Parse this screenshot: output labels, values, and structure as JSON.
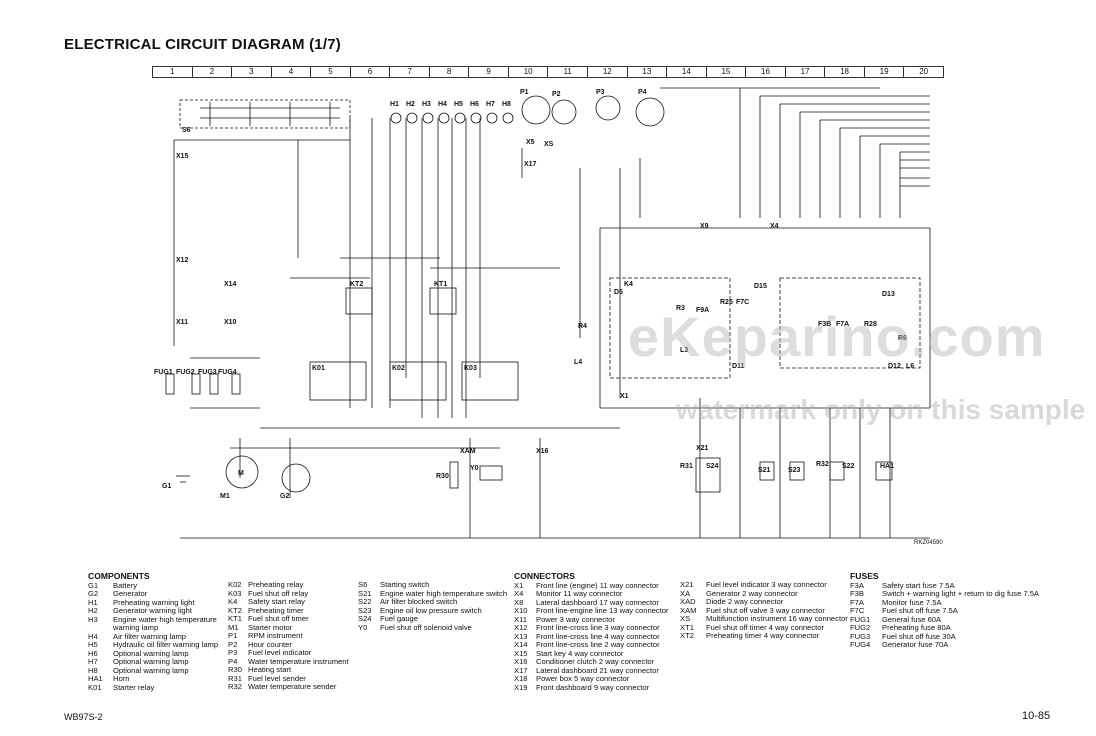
{
  "title": "ELECTRICAL CIRCUIT DIAGRAM (1/7)",
  "ruler": [
    "1",
    "2",
    "3",
    "4",
    "5",
    "6",
    "7",
    "8",
    "9",
    "10",
    "11",
    "12",
    "13",
    "14",
    "15",
    "16",
    "17",
    "18",
    "19",
    "20"
  ],
  "watermark": "eKeparino.com",
  "watermark_sub": "watermark only on this sample",
  "diagram_ref": "RKZ04590",
  "schematic_labels": {
    "S6": "S6",
    "X15": "X15",
    "X12": "X12",
    "X11": "X11",
    "X14": "X14",
    "X10": "X10",
    "FUG1": "FUG1",
    "FUG2": "FUG2",
    "FUG3": "FUG3",
    "FUG4": "FUG4",
    "KT2": "KT2",
    "KT1": "KT1",
    "K01": "K01",
    "K02": "K02",
    "K03": "K03",
    "M": "M",
    "M1": "M1",
    "G1": "G1",
    "G2": "G2",
    "R30": "R30",
    "Y0": "Y0",
    "XAM": "XAM",
    "X16": "X16",
    "X21": "X21",
    "X4": "X4",
    "X1": "X1",
    "X9": "X9",
    "R31": "R31",
    "S24": "S24",
    "S21": "S21",
    "S23": "S23",
    "R32": "R32",
    "S22": "S22",
    "HA1": "HA1",
    "D5": "D5",
    "K4": "K4",
    "R3": "R3",
    "F9A": "F9A",
    "R25": "R25",
    "F7C": "F7C",
    "D15": "D15",
    "D13": "D13",
    "F3B": "F3B",
    "F7A": "F7A",
    "R28": "R28",
    "R6": "R6",
    "L6": "L6",
    "D12": "D12",
    "R4": "R4",
    "L4": "L4",
    "L3": "L3",
    "D11": "D11",
    "H1": "H1",
    "H2": "H2",
    "H3": "H3",
    "H4": "H4",
    "H5": "H5",
    "H6": "H6",
    "H7": "H7",
    "H8": "H8",
    "P1": "P1",
    "P2": "P2",
    "P3": "P3",
    "P4": "P4",
    "X5": "X5",
    "XS": "XS",
    "X17": "X17"
  },
  "components": {
    "heading": "COMPONENTS",
    "col1": [
      {
        "k": "G1",
        "v": "Battery"
      },
      {
        "k": "G2",
        "v": "Generator"
      },
      {
        "k": "H1",
        "v": "Preheating warning light"
      },
      {
        "k": "H2",
        "v": "Generator warning light"
      },
      {
        "k": "H3",
        "v": "Engine water high temperature"
      },
      {
        "k": "",
        "v": "warning lamp"
      },
      {
        "k": "H4",
        "v": "Air filter warning lamp"
      },
      {
        "k": "H5",
        "v": "Hydraulic oil filter warning lamp"
      },
      {
        "k": "H6",
        "v": "Optional warning lamp"
      },
      {
        "k": "H7",
        "v": "Optional warning lamp"
      },
      {
        "k": "H8",
        "v": "Optional warning lamp"
      },
      {
        "k": "HA1",
        "v": "Horn"
      },
      {
        "k": "K01",
        "v": "Starter relay"
      }
    ],
    "col2": [
      {
        "k": "K02",
        "v": "Preheating relay"
      },
      {
        "k": "K03",
        "v": "Fuel shut off relay"
      },
      {
        "k": "K4",
        "v": "Safety start relay"
      },
      {
        "k": "KT2",
        "v": "Preheating timer"
      },
      {
        "k": "KT1",
        "v": "Fuel shut off timer"
      },
      {
        "k": "M1",
        "v": "Starter motor"
      },
      {
        "k": "P1",
        "v": "RPM instrument"
      },
      {
        "k": "P2",
        "v": "Hour counter"
      },
      {
        "k": "P3",
        "v": "Fuel level indicator"
      },
      {
        "k": "P4",
        "v": "Water temperature instrument"
      },
      {
        "k": "R30",
        "v": "Heating start"
      },
      {
        "k": "R31",
        "v": "Fuel level sender"
      },
      {
        "k": "R32",
        "v": "Water temperature sender"
      }
    ],
    "col3": [
      {
        "k": "S6",
        "v": "Starting switch"
      },
      {
        "k": "S21",
        "v": "Engine water high temperature switch"
      },
      {
        "k": "S22",
        "v": "Air filter blocked switch"
      },
      {
        "k": "S23",
        "v": "Engine oil low pressure switch"
      },
      {
        "k": "S24",
        "v": "Fuel gauge"
      },
      {
        "k": "Y0",
        "v": "Fuel shut off solenoid valve"
      }
    ]
  },
  "connectors": {
    "heading": "CONNECTORS",
    "col1": [
      {
        "k": "X1",
        "v": "Front line (engine) 11 way connector"
      },
      {
        "k": "X4",
        "v": "Monitor 11 way connector"
      },
      {
        "k": "X8",
        "v": "Lateral dashboard 17 way connector"
      },
      {
        "k": "X10",
        "v": "Front line-engine line 13 way connector"
      },
      {
        "k": "X11",
        "v": "Power 3 way connector"
      },
      {
        "k": "X12",
        "v": "Front line-cross line 3 way connector"
      },
      {
        "k": "X13",
        "v": "Front line-cross line 4 way connector"
      },
      {
        "k": "X14",
        "v": "Front line-cross line 2 way connector"
      },
      {
        "k": "X15",
        "v": "Start key 4 way connector"
      },
      {
        "k": "X16",
        "v": "Conditioner clutch 2 way connector"
      },
      {
        "k": "X17",
        "v": "Lateral dashboard 21 way connector"
      },
      {
        "k": "X18",
        "v": "Power box 5 way connector"
      },
      {
        "k": "X19",
        "v": "Front dashboard 9 way connector"
      }
    ],
    "col2": [
      {
        "k": "X21",
        "v": "Fuel level indicator 3 way connector"
      },
      {
        "k": "XA",
        "v": "Generator 2 way connector"
      },
      {
        "k": "XAD",
        "v": "Diode 2 way connector"
      },
      {
        "k": "XAM",
        "v": "Fuel shut off valve 3 way connector"
      },
      {
        "k": "XS",
        "v": "Multifunction instrument 16 way connector"
      },
      {
        "k": "XT1",
        "v": "Fuel shut off timer 4 way connector"
      },
      {
        "k": "XT2",
        "v": "Preheating timer 4 way connector"
      }
    ]
  },
  "fuses": {
    "heading": "FUSES",
    "items": [
      {
        "k": "F3A",
        "v": "Safety start fuse 7.5A"
      },
      {
        "k": "F3B",
        "v": "Switch + warning light + return to dig fuse 7.5A"
      },
      {
        "k": "F7A",
        "v": "Monitor fuse 7.5A"
      },
      {
        "k": "F7C",
        "v": "Fuel shut off fuse 7.5A"
      },
      {
        "k": "FUG1",
        "v": "General fuse 60A"
      },
      {
        "k": "FUG2",
        "v": "Preheating fuse 80A"
      },
      {
        "k": "FUG3",
        "v": "Fuel shut off fuse 30A"
      },
      {
        "k": "FUG4",
        "v": "Generator fuse 70A"
      }
    ]
  },
  "footer": {
    "left": "WB97S-2",
    "right": "10-85"
  }
}
